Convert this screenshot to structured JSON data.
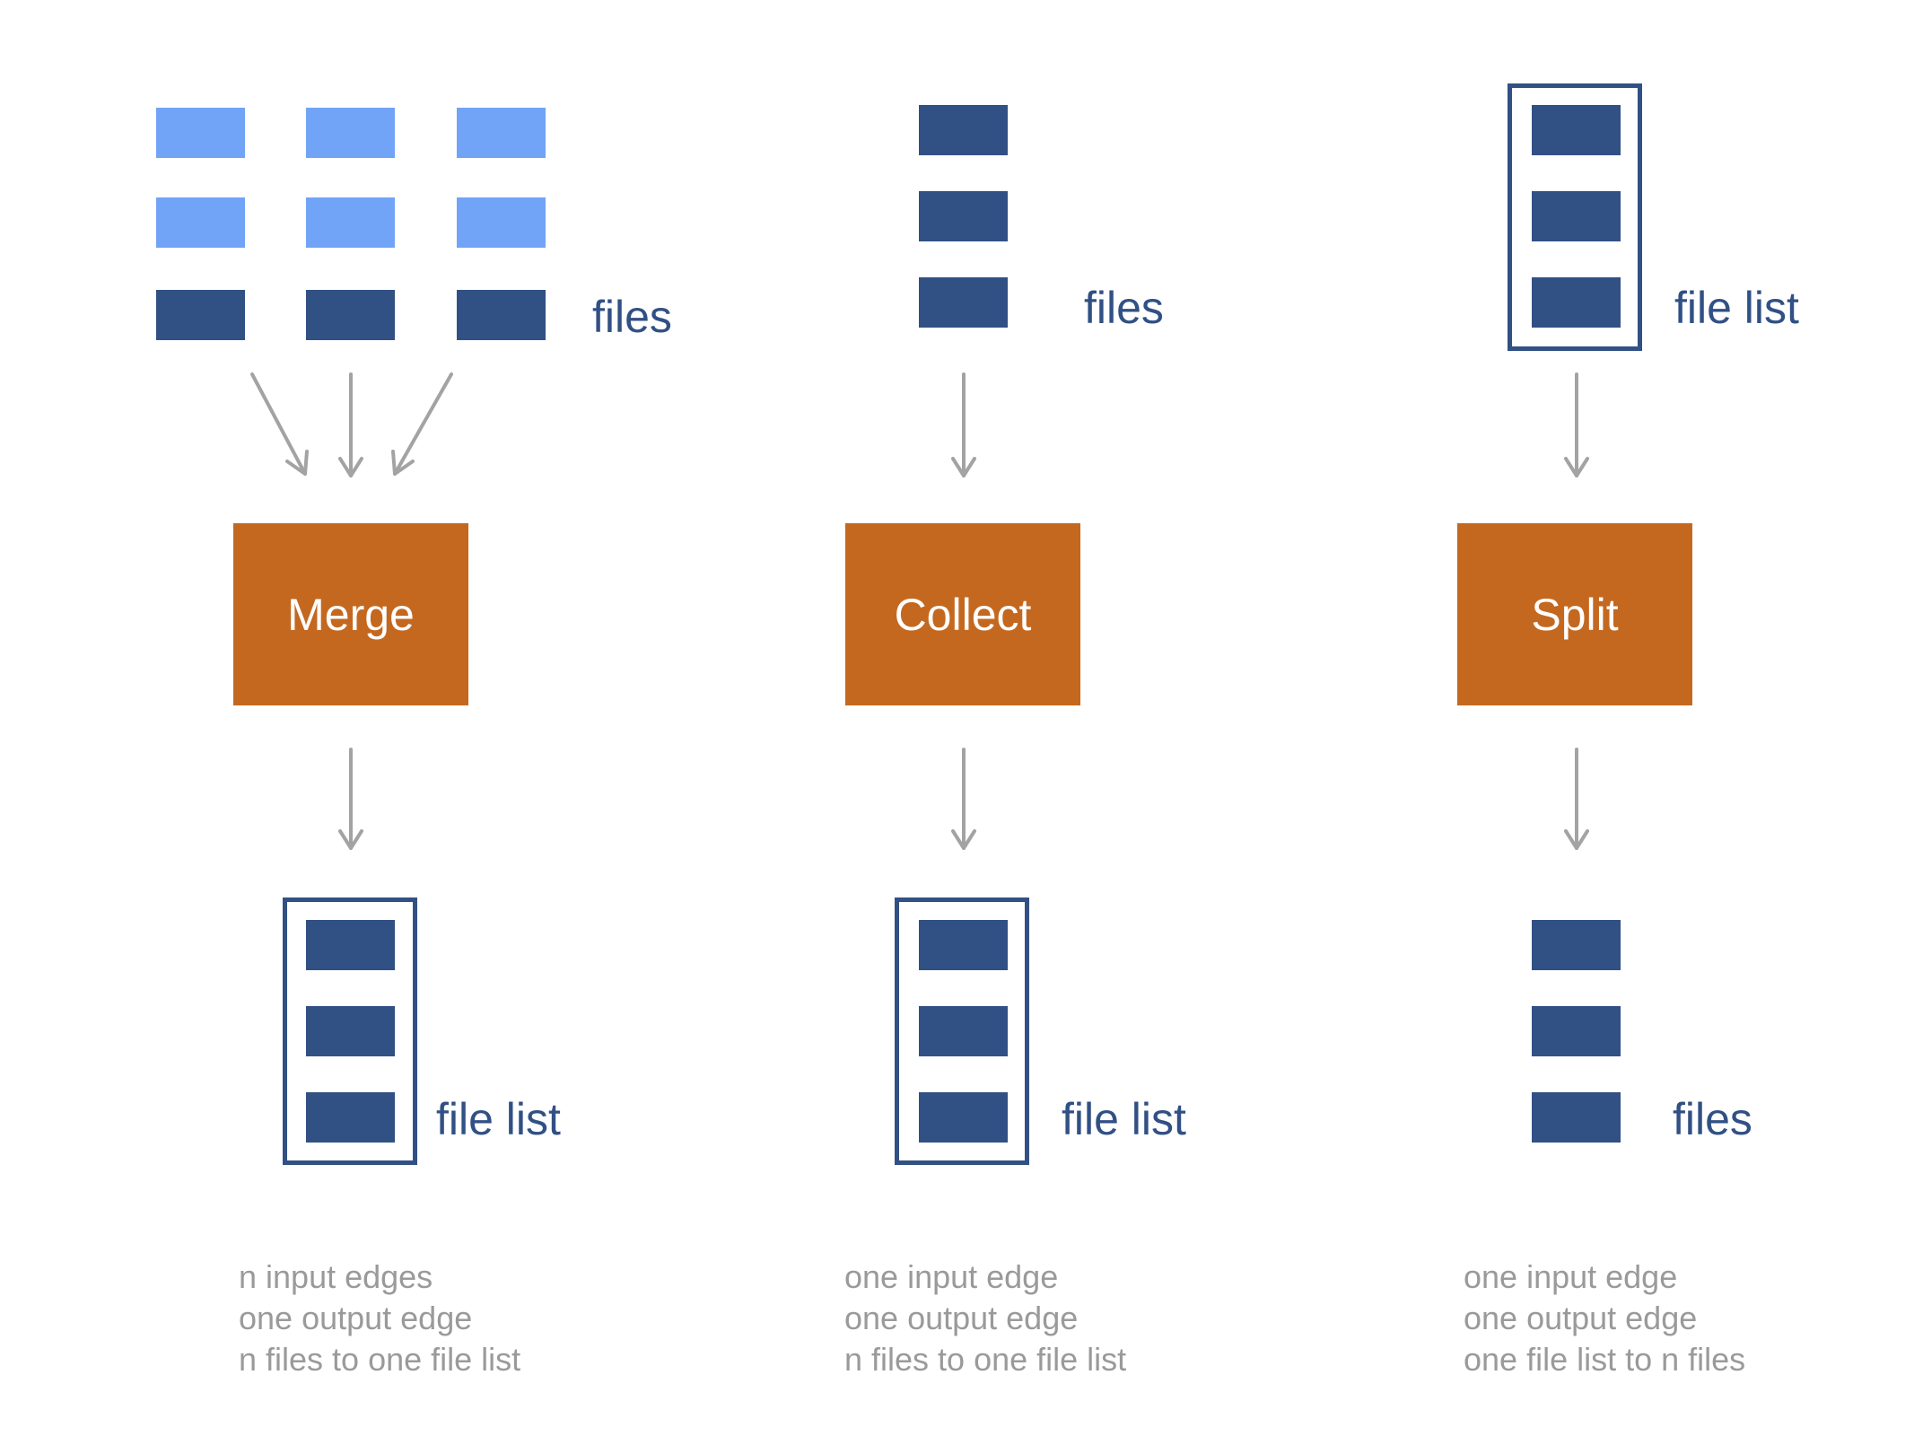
{
  "colors": {
    "file_dark": "#315084",
    "file_light": "#71a4f7",
    "process": "#c46820",
    "arrow": "#a3a3a3",
    "label": "#315084",
    "description": "#9a9a9a"
  },
  "merge": {
    "input_label": "files",
    "process_label": "Merge",
    "output_label": "file list",
    "description": [
      "n input edges",
      "one output edge",
      "n files to one file list"
    ]
  },
  "collect": {
    "input_label": "files",
    "process_label": "Collect",
    "output_label": "file list",
    "description": [
      "one input edge",
      "one output edge",
      "n files to one file list"
    ]
  },
  "split": {
    "input_label": "file list",
    "process_label": "Split",
    "output_label": "files",
    "description": [
      "one input edge",
      "one output edge",
      "one file list to n files"
    ]
  }
}
